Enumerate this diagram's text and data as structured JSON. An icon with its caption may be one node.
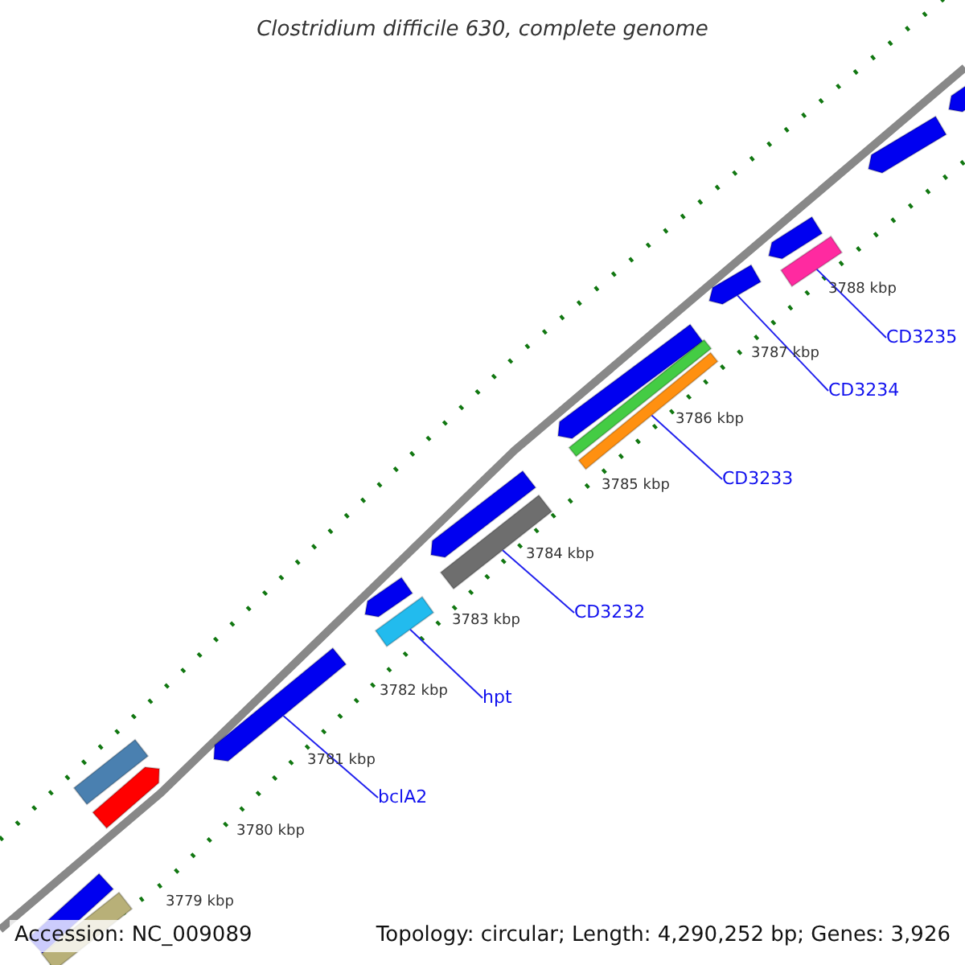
{
  "diagram": {
    "title": "Clostridium difficile 630, complete genome",
    "nodes": [
      {
        "text": [],
        "shape": "arrow"
      },
      {
        "text": [],
        "shape": "bar"
      },
      {
        "text": [],
        "shape": "bar"
      },
      {
        "text": [],
        "shape": "bar"
      },
      {
        "text": [],
        "shape": "arrow"
      },
      {
        "text": [],
        "shape": "bar"
      },
      {
        "text": [
          "bclA2"
        ]
      },
      {
        "text": [
          "hpt"
        ]
      },
      {
        "text": [
          "CD3232"
        ]
      },
      {
        "text": [
          "CD3233"
        ]
      },
      {
        "text": [
          "CD3234"
        ]
      },
      {
        "text": [
          "CD3235"
        ]
      },
      {
        "text": [],
        "shape": "arrow"
      },
      {
        "text": [],
        "shape": "arrow"
      },
      {
        "text": [],
        "shape": "arrow"
      },
      {
        "text": [],
        "shape": "arrow"
      },
      {
        "text": [],
        "shape": "bar"
      },
      {
        "text": [],
        "shape": "arrow"
      },
      {
        "text": [],
        "shape": "arrow"
      },
      {
        "text": [],
        "shape": "bar"
      },
      {
        "text": [],
        "shape": "arrow"
      },
      {
        "text": [],
        "shape": "bar"
      },
      {
        "text": [],
        "shape": "bar"
      }
    ],
    "edges": [
      {
        "from": 6,
        "to": 0,
        "arrow": "none"
      },
      {
        "from": 7,
        "to": 1,
        "arrow": "none"
      },
      {
        "from": 8,
        "to": 2,
        "arrow": "none"
      },
      {
        "from": 9,
        "to": 3,
        "arrow": "none"
      },
      {
        "from": 10,
        "to": 4,
        "arrow": "none"
      },
      {
        "from": 11,
        "to": 5,
        "arrow": "none"
      }
    ],
    "labels": [
      "3788 kbp",
      "3787 kbp",
      "3786 kbp",
      "3785 kbp",
      "3784 kbp",
      "3783 kbp",
      "3782 kbp",
      "3781 kbp",
      "3780 kbp",
      "3779 kbp",
      "Accession: NC_009089",
      "Topology: circular; Length: 4,290,252 bp; Genes: 3,926"
    ]
  }
}
